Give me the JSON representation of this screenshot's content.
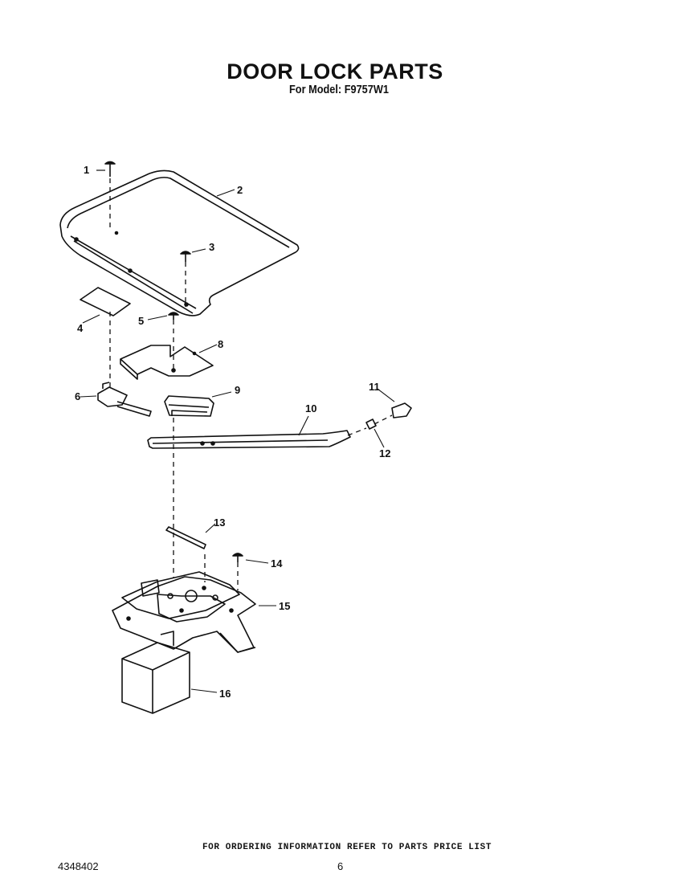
{
  "header": {
    "title": "DOOR LOCK PARTS",
    "subtitle": "For Model: F9757W1"
  },
  "callouts": [
    "1",
    "2",
    "3",
    "4",
    "5",
    "6",
    "8",
    "9",
    "10",
    "11",
    "12",
    "13",
    "14",
    "15",
    "16"
  ],
  "footer": {
    "ordering_note": "FOR ORDERING INFORMATION REFER TO PARTS PRICE LIST",
    "document_number": "4348402",
    "page_number": "6"
  }
}
